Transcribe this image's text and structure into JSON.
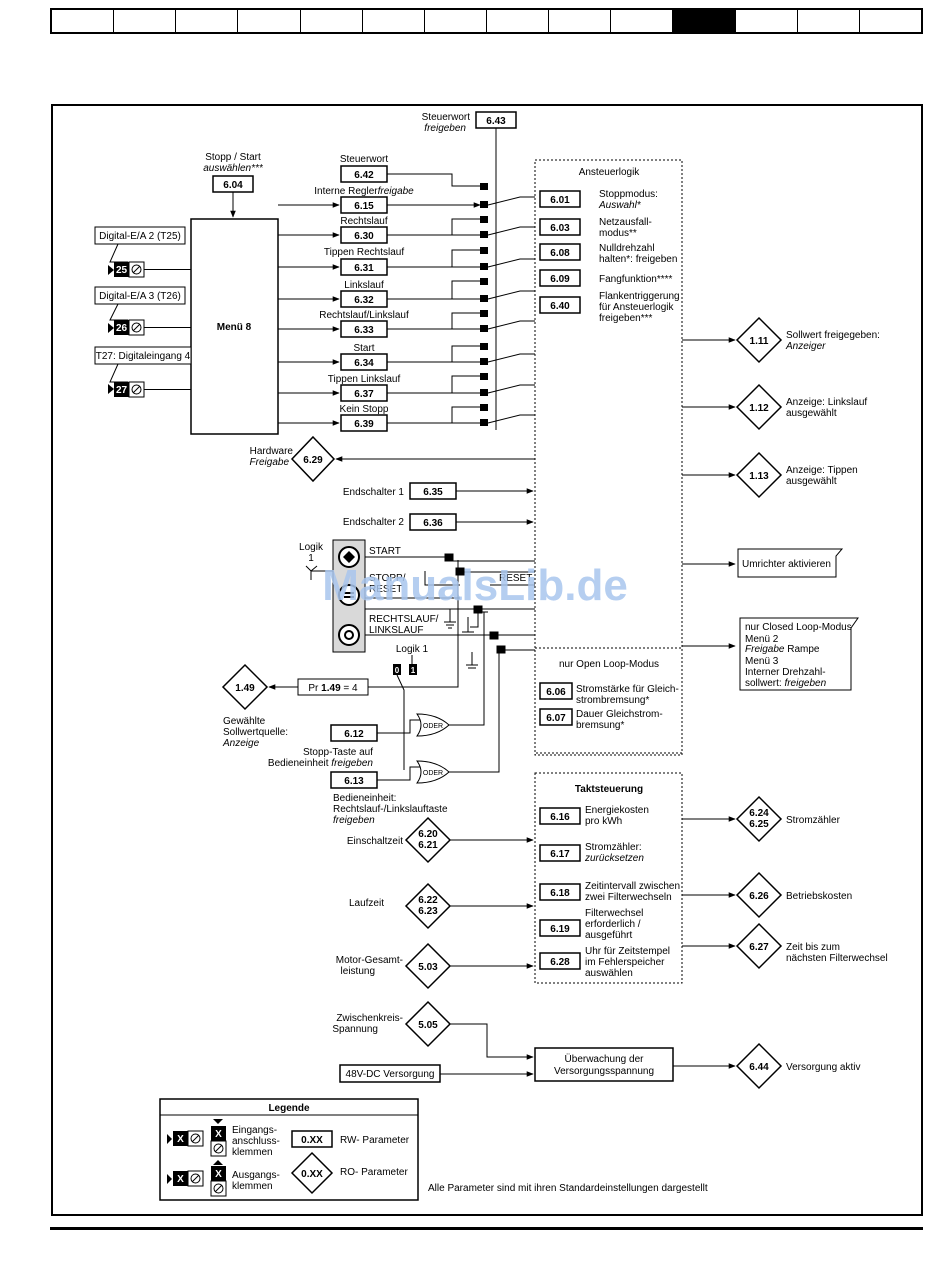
{
  "nav": {
    "tab_count": 14,
    "active_index": 10
  },
  "watermark": "ManualsLib.de",
  "menu8": "Menü 8",
  "top": {
    "steuerwort_freigeben_1": "Steuerwort",
    "steuerwort_freigeben_2": "freigeben",
    "p643": "6.43",
    "stopp_start_1": "Stopp / Start",
    "stopp_start_2": "auswählen***",
    "p604": "6.04"
  },
  "terminals": [
    {
      "label": "Digital-E/A 2 (T25)",
      "num": "25"
    },
    {
      "label": "Digital-E/A 3 (T26)",
      "num": "26"
    },
    {
      "label": "T27: Digitaleingang 4",
      "num": "27"
    }
  ],
  "inputs": [
    {
      "label": "Steuerwort",
      "label_italic": "",
      "code": "6.42"
    },
    {
      "label": "Interne Regler",
      "label_italic": "freigabe",
      "code": "6.15"
    },
    {
      "label": "Rechtslauf",
      "label_italic": "",
      "code": "6.30"
    },
    {
      "label": "Tippen Rechtslauf",
      "label_italic": "",
      "code": "6.31"
    },
    {
      "label": "Linkslauf",
      "label_italic": "",
      "code": "6.32"
    },
    {
      "label": "Rechtslauf/Linkslauf",
      "label_italic": "",
      "code": "6.33"
    },
    {
      "label": "Start",
      "label_italic": "",
      "code": "6.34"
    },
    {
      "label": "Tippen Linkslauf",
      "label_italic": "",
      "code": "6.37"
    },
    {
      "label": "Kein Stopp",
      "label_italic": "",
      "code": "6.39"
    }
  ],
  "ansteuerlogik": {
    "title": "Ansteuerlogik",
    "params": [
      {
        "code": "6.01",
        "l1": "Stoppmodus:",
        "l2": "Auswahl*",
        "l3": ""
      },
      {
        "code": "6.03",
        "l1": "Netzausfall-",
        "l2": "modus**",
        "l3": ""
      },
      {
        "code": "6.08",
        "l1": "Nulldrehzahl",
        "l2": "halten*: freigeben",
        "l3": ""
      },
      {
        "code": "6.09",
        "l1": "Fangfunktion****",
        "l2": "",
        "l3": ""
      },
      {
        "code": "6.40",
        "l1": "Flankentriggerung",
        "l2": "für Ansteuerlogik",
        "l3": "freigeben***"
      }
    ]
  },
  "outputs": [
    {
      "code": "1.11",
      "l1": "Sollwert freigegeben:",
      "l2": "Anzeiger"
    },
    {
      "code": "1.12",
      "l1": "Anzeige: Linkslauf",
      "l2": "ausgewählt"
    },
    {
      "code": "1.13",
      "l1": "Anzeige: Tippen",
      "l2": "ausgewählt"
    }
  ],
  "hardware": {
    "l1": "Hardware",
    "l2": "Freigabe",
    "code": "6.29"
  },
  "endschalter": [
    {
      "label": "Endschalter 1",
      "code": "6.35"
    },
    {
      "label": "Endschalter 2",
      "code": "6.36"
    }
  ],
  "keypad": {
    "logik": "Logik",
    "logik1": "1",
    "start": "START",
    "stopp": "STOPP/",
    "reset_1": "RESET",
    "reset_2": "RESET",
    "richtung_1": "RECHTSLAUF/",
    "richtung_2": "LINKSLAUF",
    "logik_1": "Logik 1",
    "bit0": "0",
    "bit1": "1"
  },
  "umrichter": "Umrichter aktivieren",
  "closed_loop": {
    "l1": "nur Closed Loop-Modus",
    "l2": "Menü 2",
    "l3a": "Freigabe",
    "l3b": " Rampe",
    "l4": "Menü 3",
    "l5": "Interner Drehzahl-",
    "l6a": "sollwert: ",
    "l6b": "freigeben"
  },
  "pr149": {
    "text_a": "Pr ",
    "text_b": "1.49",
    "text_c": " = 4",
    "code": "1.49",
    "l1": "Gewählte",
    "l2": "Sollwertquelle:",
    "l3": "Anzeige"
  },
  "open_loop": {
    "title": "nur Open Loop-Modus",
    "params": [
      {
        "code": "6.06",
        "l1": "Stromstärke für Gleich-",
        "l2": "strombremsung*"
      },
      {
        "code": "6.07",
        "l1": "Dauer Gleichstrom-",
        "l2": "bremsung*"
      }
    ]
  },
  "keypad_params": [
    {
      "code": "6.12",
      "l1": "Stopp-Taste auf",
      "l2a": "Bedieneinheit ",
      "l2b": "freigeben",
      "l3": ""
    },
    {
      "code": "6.13",
      "l1": "Bedieneinheit:",
      "l2a": "Rechtslauf-/Linkslauftaste",
      "l2b": "",
      "l3": "freigeben"
    }
  ],
  "oder": "ODER",
  "takt": {
    "title": "Taktsteuerung",
    "params": [
      {
        "code": "6.16",
        "l1": "Energiekosten",
        "l2": "pro kWh",
        "l3": ""
      },
      {
        "code": "6.17",
        "l1": "Stromzähler:",
        "l2": "zurücksetzen",
        "l3": ""
      },
      {
        "code": "6.18",
        "l1": "Zeitintervall zwischen",
        "l2": "zwei Filterwechseln",
        "l3": ""
      },
      {
        "code": "6.19",
        "l1": "Filterwechsel",
        "l2": "erforderlich /",
        "l3": "ausgeführt"
      },
      {
        "code": "6.28",
        "l1": "Uhr für Zeitstempel",
        "l2": "im Fehlerspeicher",
        "l3": "auswählen"
      }
    ],
    "inputs": [
      {
        "label": "Einschaltzeit",
        "c1": "6.20",
        "c2": "6.21"
      },
      {
        "label": "Laufzeit",
        "c1": "6.22",
        "c2": "6.23"
      },
      {
        "l1": "Motor-Gesamt-",
        "l2": "leistung",
        "c1": "5.03"
      }
    ],
    "outputs": [
      {
        "c1": "6.24",
        "c2": "6.25",
        "label": "Stromzähler"
      },
      {
        "c1": "6.26",
        "label": "Betriebskosten"
      },
      {
        "c1": "6.27",
        "l1": "Zeit bis zum",
        "l2": "nächsten Filterwechsel"
      }
    ]
  },
  "supply": {
    "zk_1": "Zwischenkreis-",
    "zk_2": "Spannung",
    "zk_code": "5.05",
    "v48": "48V-DC Versorgung",
    "mon_1": "Überwachung der",
    "mon_2": "Versorgungsspannung",
    "out_code": "6.44",
    "out_label": "Versorgung aktiv"
  },
  "legend": {
    "title": "Legende",
    "x": "X",
    "in_1": "Eingangs-",
    "in_2": "anschluss-",
    "in_3": "klemmen",
    "out_1": "Ausgangs-",
    "out_2": "klemmen",
    "rw_code": "0.XX",
    "rw_label": "RW- Parameter",
    "ro_code": "0.XX",
    "ro_label": "RO- Parameter"
  },
  "footnote": "Alle Parameter sind mit ihren Standardeinstellungen dargestellt"
}
